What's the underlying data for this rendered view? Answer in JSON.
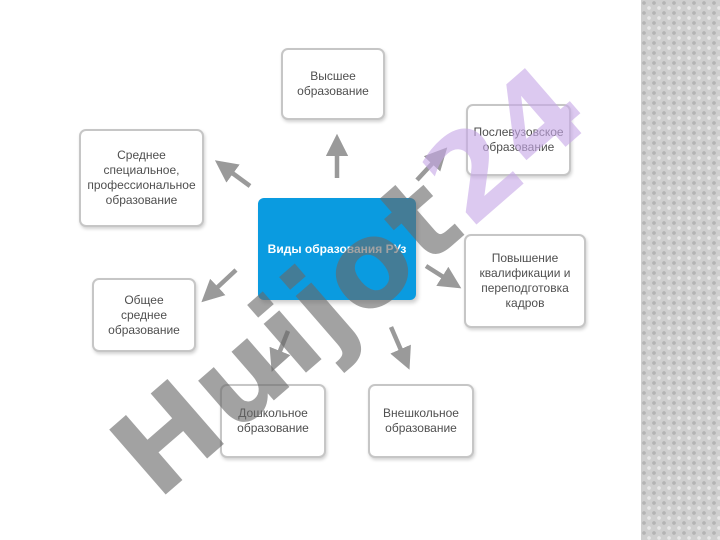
{
  "diagram": {
    "center": "Виды образования РУз",
    "nodes": {
      "higher": "Высшее\nобразование",
      "postgraduate": "Послевузовское\nобразование",
      "vocational": "Среднее\nспециальное,\nпрофессиональное\nобразование",
      "general_secondary": "Общее среднее\nобразование",
      "qualification": "Повышение\nквалификации и\nпереподготовка\nкадров",
      "preschool": "Дошкольное\nобразование",
      "extracurricular": "Внешкольное\nобразование"
    }
  },
  "watermark": {
    "main": "Huijot",
    "accent": "24"
  },
  "colors": {
    "center_fill": "#0a9be0",
    "node_border": "#c6c6c6",
    "arrow": "#9a9a9a"
  }
}
